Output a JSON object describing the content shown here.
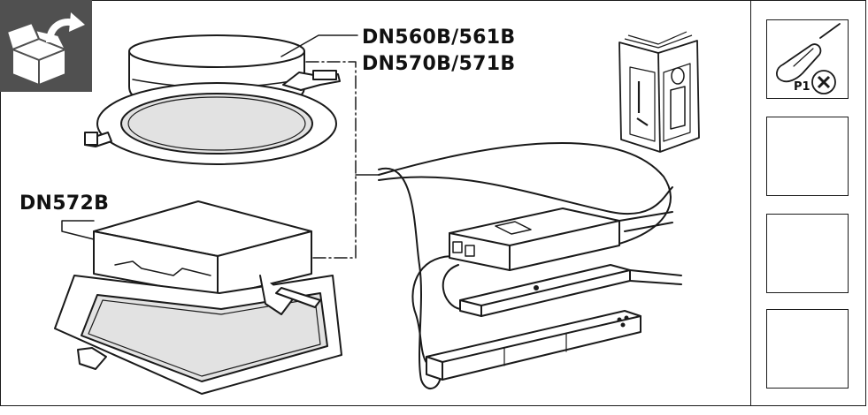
{
  "labels": {
    "round_model_line1": "DN560B/561B",
    "round_model_line2": "DN570B/571B",
    "square_model": "DN572B"
  },
  "tools": {
    "screwdriver_code": "P1"
  },
  "icons": {
    "unpack": "box-unpack-icon",
    "manual": "instruction-booklet-icon",
    "screwdriver": "screwdriver-icon",
    "phillips": "phillips-head-icon"
  },
  "colors": {
    "line": "#1a1a1a",
    "unpack_background": "#505050",
    "lens": "#e2e2e2",
    "housing": "#ffffff"
  }
}
